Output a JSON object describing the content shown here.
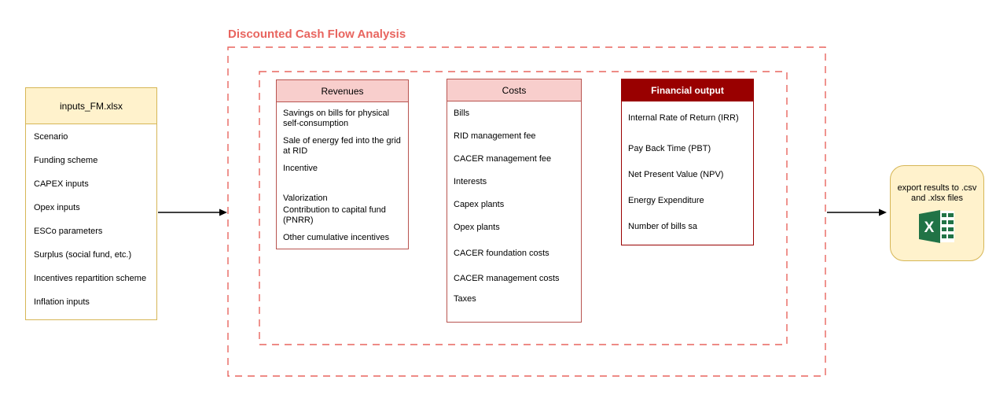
{
  "diagram": {
    "title": "Discounted Cash Flow Analysis",
    "inputs_box": {
      "title": "inputs_FM.xlsx",
      "items": [
        "Scenario",
        "Funding scheme",
        "CAPEX inputs",
        "Opex inputs",
        "ESCo parameters",
        "Surplus (social fund, etc.)",
        "Incentives repartition scheme",
        "Inflation inputs"
      ]
    },
    "revenues_box": {
      "title": "Revenues",
      "items": [
        "Savings on bills for physical self-consumption",
        "Sale of energy fed into the grid at RID",
        "Incentive",
        "",
        "Valorization",
        "Contribution to capital fund (PNRR)",
        "Other cumulative incentives"
      ]
    },
    "costs_box": {
      "title": "Costs",
      "items": [
        "Bills",
        "RID management fee",
        "CACER management fee",
        "Interests",
        "Capex plants",
        "Opex plants",
        "CACER foundation costs",
        "CACER management costs",
        "Taxes"
      ]
    },
    "financial_output_box": {
      "title": "Financial output",
      "items": [
        "Internal Rate of Return (IRR)",
        "Pay Back Time (PBT)",
        "Net Present Value (NPV)",
        "Energy Expenditure",
        "Number of bills sa"
      ]
    },
    "export_box": {
      "label": "export results to .csv and .xlsx files",
      "icon": "excel-icon"
    },
    "colors": {
      "accent_red": "#e8655f",
      "pink_header_fill": "#f8cecc",
      "red_border": "#b85450",
      "dark_red_header": "#990000",
      "yellow_fill": "#fff2cc",
      "yellow_border": "#d6b656",
      "excel_green": "#217346",
      "arrow_black": "#000000"
    }
  }
}
